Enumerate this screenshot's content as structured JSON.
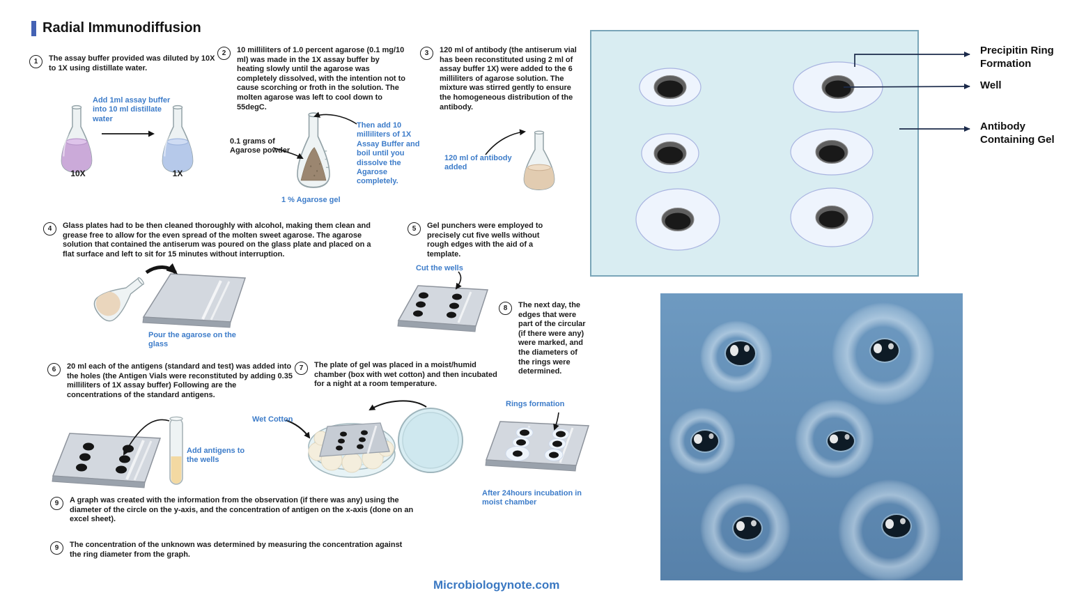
{
  "title": "Radial Immunodiffusion",
  "footer": "Microbiologynote.com",
  "steps": [
    {
      "num": "1",
      "text": "The assay buffer provided was diluted by 10X to 1X using distillate water."
    },
    {
      "num": "2",
      "text": "10 milliliters of 1.0 percent agarose (0.1 mg/10 ml) was made in the 1X assay buffer by heating slowly until the agarose was completely dissolved, with the intention not to cause scorching or froth in the solution. The molten agarose was left to cool down to 55degC."
    },
    {
      "num": "3",
      "text": "120 ml of antibody (the antiserum vial has been reconstituted using 2 ml of assay buffer 1X) were added to the 6 milliliters of agarose solution. The mixture was stirred gently to ensure the homogeneous distribution of the antibody."
    },
    {
      "num": "4",
      "text": "Glass plates had to be then cleaned thoroughly with alcohol, making them clean and grease free to allow for the even spread of the molten sweet agarose. The agarose solution that contained the antiserum was poured on the glass plate and placed on a flat surface and left to sit for 15 minutes without interruption."
    },
    {
      "num": "5",
      "text": "Gel punchers were employed to precisely cut five wells without rough edges with the aid of a template."
    },
    {
      "num": "6",
      "text": "20 ml each of the antigens (standard and test) was added into the holes (the Antigen Vials were reconstituted by adding 0.35 milliliters of 1X assay buffer) Following are the concentrations of the standard antigens."
    },
    {
      "num": "7",
      "text": "The plate of gel was placed in a moist/humid chamber (box with wet cotton) and then incubated for a night at a room temperature."
    },
    {
      "num": "8",
      "text": "The next day, the edges that were part of the circular (if there were any) were marked, and the diameters of the rings were determined."
    },
    {
      "num": "9",
      "text": "A graph was created with the information from the observation (if there was any) using the diameter of the circle on the y-axis, and the concentration of antigen on the x-axis (done on an excel sheet)."
    },
    {
      "num": "9",
      "text": "The concentration of the unknown was determined by measuring the concentration against the ring diameter from the graph."
    }
  ],
  "annotations": {
    "add_assay": "Add 1ml assay buffer into 10 ml distillate water",
    "flask_10x": "10X",
    "flask_1x": "1X",
    "agarose_powder": "0.1 grams of Agarose powder",
    "then_add": "Then add 10 milliliters of 1X Assay Buffer and boil until you dissolve the Agarose completely.",
    "agarose_gel": "1 % Agarose gel",
    "antibody_added": "120 ml of antibody added",
    "pour_glass": "Pour the agarose on the glass",
    "cut_wells": "Cut the wells",
    "add_antigens": "Add antigens to the wells",
    "wet_cotton": "Wet Cotton",
    "rings_formation": "Rings formation",
    "after_incubation": "After 24hours incubation in moist chamber"
  },
  "gel_diagram": {
    "labels": [
      {
        "text": "Precipitin Ring Formation"
      },
      {
        "text": "Well"
      },
      {
        "text": "Antibody Containing Gel"
      }
    ]
  },
  "colors": {
    "annotation_blue": "#3d7cc9",
    "title_bar_blue": "#4462b4",
    "gel_background": "#d9edf2",
    "gel_border": "#79a5b8",
    "ring_fill": "#eef4fd",
    "arrow_navy": "#1b2a4a",
    "photo_blue": "#6994bc",
    "footer_blue": "#3a78c2",
    "flask_10x_liquid": "#cbaad9",
    "flask_1x_liquid": "#b6c9ea",
    "antibody_liquid": "#e2ccb1",
    "agarose_powder_color": "#9b8670"
  }
}
